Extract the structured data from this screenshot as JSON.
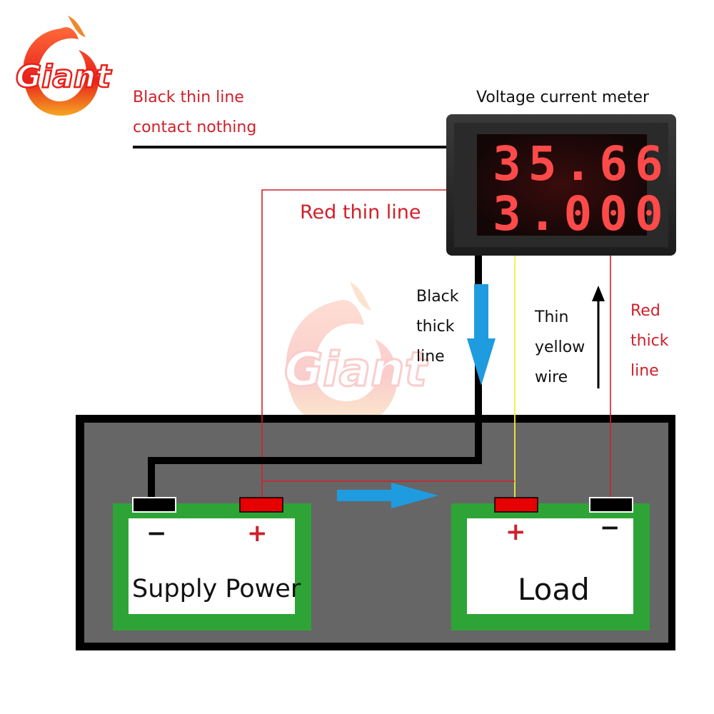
{
  "logo": {
    "text": "Giant"
  },
  "watermark": {
    "text": "Giant"
  },
  "meter": {
    "title": "Voltage current meter",
    "voltage_reading": "35.66",
    "current_reading": "3.000"
  },
  "labels": {
    "black_thin": [
      "Black thin line",
      "contact nothing"
    ],
    "red_thin": "Red thin line",
    "black_thick": [
      "Black",
      "thick",
      "line"
    ],
    "thin_yellow": [
      "Thin",
      "yellow",
      "wire"
    ],
    "red_thick": [
      "Red",
      "thick",
      "line"
    ]
  },
  "supply": {
    "label": "Supply Power",
    "neg": "−",
    "pos": "+"
  },
  "load": {
    "label": "Load",
    "neg": "−",
    "pos": "+"
  },
  "colors": {
    "panel_bg": "#666666",
    "battery_green": "#2ea436",
    "wire_red": "#d0202a",
    "wire_yellow": "#f6ee3a",
    "arrow_blue": "#1f9be0",
    "led_red": "#ff4a4a"
  }
}
